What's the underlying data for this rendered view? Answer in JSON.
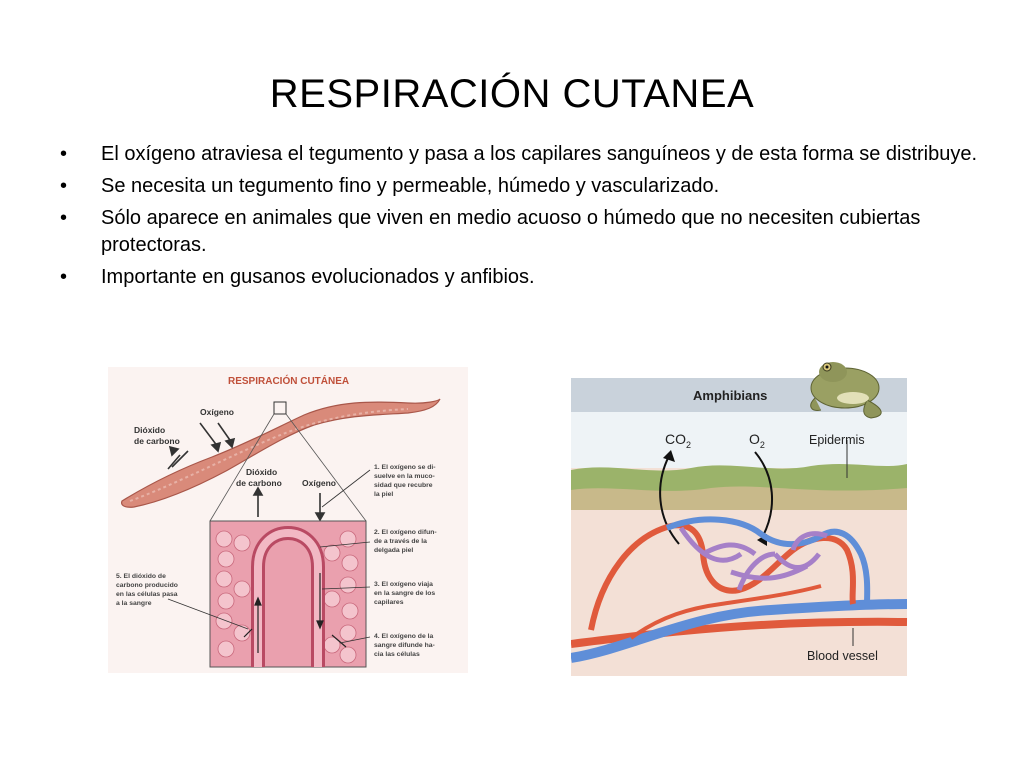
{
  "slide": {
    "title": "RESPIRACIÓN CUTANEA",
    "bullets": [
      "El oxígeno atraviesa el tegumento y pasa a los capilares sanguíneos y de esta forma se distribuye.",
      "Se necesita un tegumento fino y permeable, húmedo y vascularizado.",
      "Sólo aparece en animales que viven en medio acuoso o húmedo que no necesiten cubiertas protectoras.",
      "Importante en gusanos evolucionados y anfibios."
    ],
    "bullet_symbol": "•"
  },
  "worm_figure": {
    "title": "RESPIRACIÓN CUTÁNEA",
    "oxigeno": "Oxígeno",
    "dioxido_line1": "Dióxido",
    "dioxido_line2": "de carbono",
    "steps": [
      [
        "1. El oxígeno se di-",
        "suelve en la muco-",
        "sidad que recubre",
        "la piel"
      ],
      [
        "2. El oxígeno difun-",
        "de a través de la",
        "delgada piel"
      ],
      [
        "3. El oxígeno viaja",
        "en la sangre de los",
        "capilares"
      ],
      [
        "4. El oxígeno de la",
        "sangre difunde ha-",
        "cia las células"
      ],
      [
        "5. El dióxido de",
        "carbono producido",
        "en las células pasa",
        "a la sangre"
      ]
    ]
  },
  "amphibian_figure": {
    "header": "Amphibians",
    "co2": "CO",
    "co2_sub": "2",
    "o2": "O",
    "o2_sub": "2",
    "epidermis": "Epidermis",
    "blood_vessel": "Blood vessel"
  },
  "colors": {
    "worm_body": "#d98a7a",
    "skin_pink": "#e8889a",
    "header_band": "#c9d2db",
    "moss_green": "#9bb36a",
    "artery_red": "#e05a3c",
    "vein_blue": "#5f8ed8",
    "capillary_purple": "#a680c8"
  }
}
